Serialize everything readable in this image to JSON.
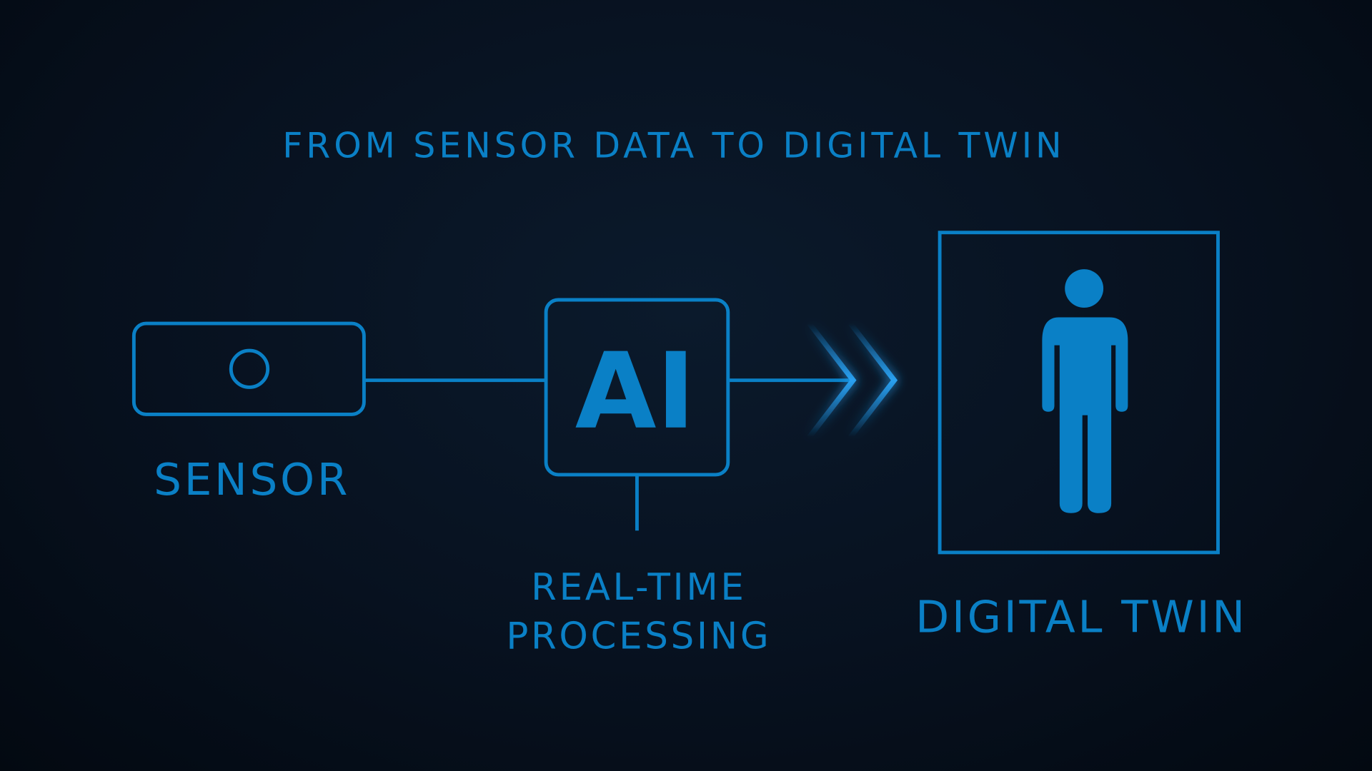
{
  "title": "FROM SENSOR DATA TO DIGITAL TWIN",
  "nodes": {
    "sensor": {
      "label": "SENSOR"
    },
    "ai": {
      "glyph": "AI",
      "label_line1": "REAL-TIME",
      "label_line2": "PROCESSING"
    },
    "twin": {
      "label": "DIGITAL TWIN"
    }
  },
  "colors": {
    "accent": "#0a80c6",
    "background": "#07111f"
  }
}
